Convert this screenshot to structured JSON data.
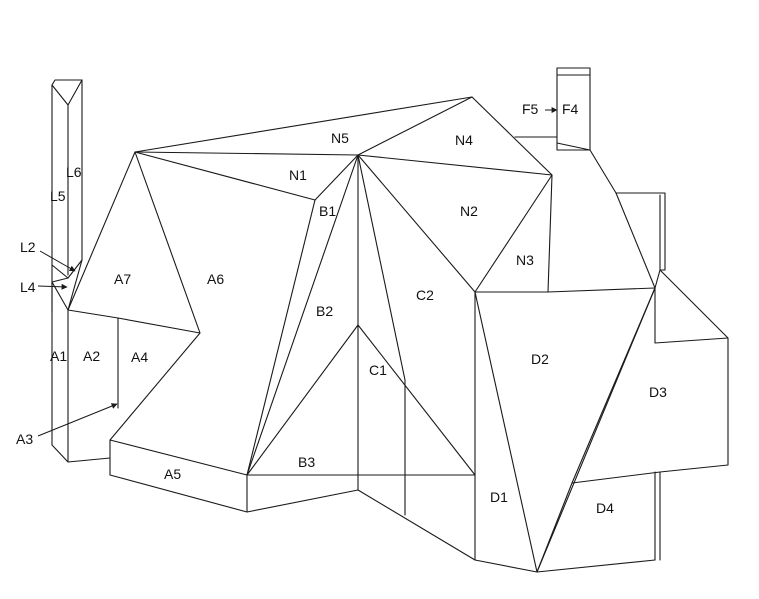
{
  "labels": {
    "N5": "N5",
    "N4": "N4",
    "N1": "N1",
    "N2": "N2",
    "N3": "N3",
    "F5": "F5",
    "F4": "F4",
    "B1": "B1",
    "B2": "B2",
    "B3": "B3",
    "C1": "C1",
    "C2": "C2",
    "D1": "D1",
    "D2": "D2",
    "D3": "D3",
    "D4": "D4",
    "A1": "A1",
    "A2": "A2",
    "A3": "A3",
    "A4": "A4",
    "A5": "A5",
    "A6": "A6",
    "A7": "A7",
    "L2": "L2",
    "L4": "L4",
    "L5": "L5",
    "L6": "L6"
  },
  "colors": {
    "stroke": "#1a1a1a",
    "background": "#ffffff",
    "text": "#111111"
  }
}
